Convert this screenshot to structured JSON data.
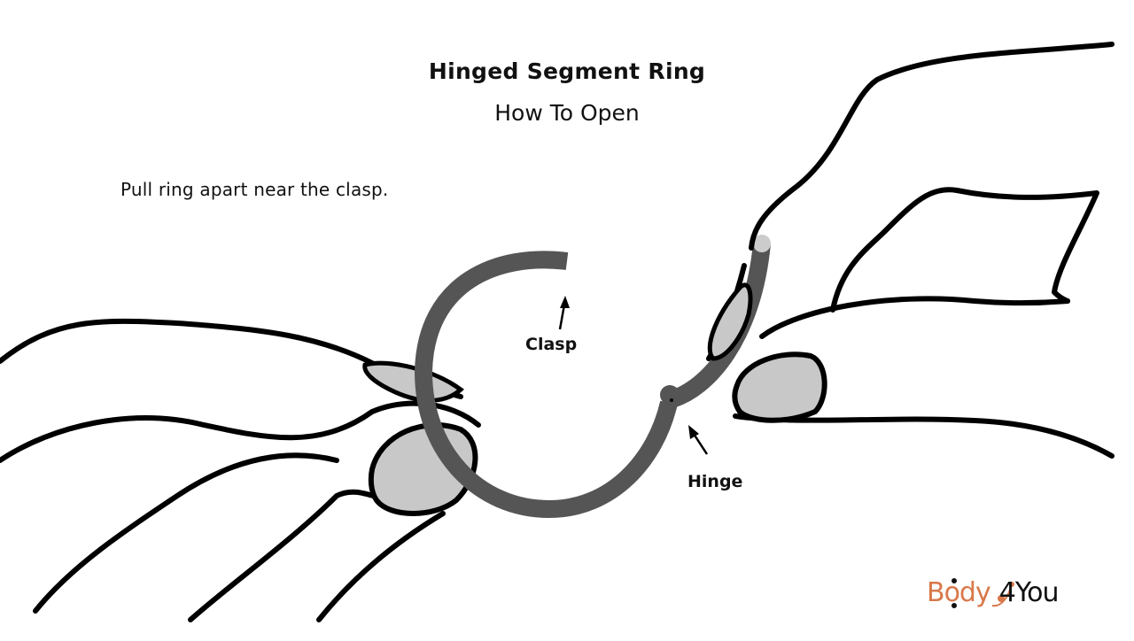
{
  "header": {
    "title": "Hinged Segment Ring",
    "subtitle": "How To Open"
  },
  "instruction": "Pull ring apart near the clasp.",
  "labels": {
    "clasp": "Clasp",
    "hinge": "Hinge"
  },
  "logo": {
    "part1": "Body",
    "part2": "4You",
    "brand_color": "#d8784a"
  },
  "colors": {
    "ring": "#555555",
    "nail": "#c8c8c8",
    "outline": "#000000"
  }
}
